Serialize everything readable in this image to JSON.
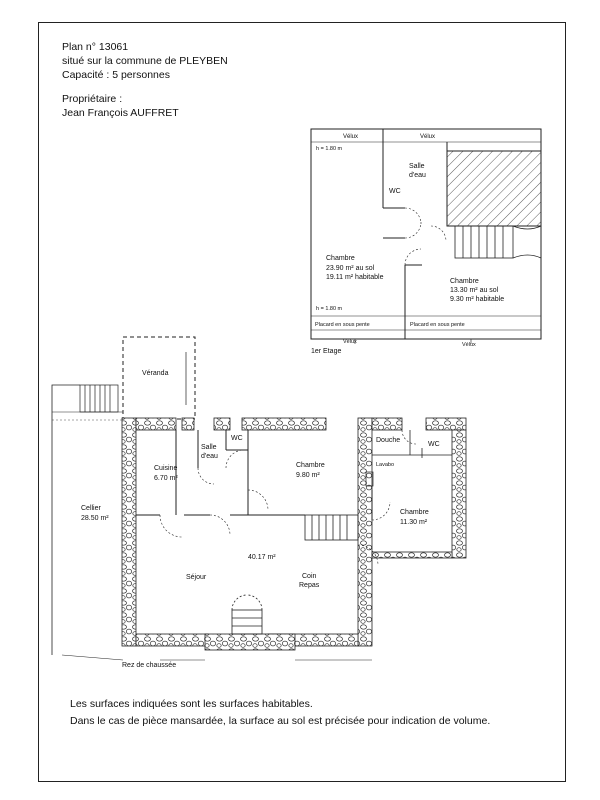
{
  "header": {
    "plan_number": "Plan n° 13061",
    "location": "situé sur la commune de PLEYBEN",
    "capacity": "Capacité : 5 personnes"
  },
  "owner": {
    "label": "Propriétaire :",
    "name": "Jean François AUFFRET"
  },
  "upper_floor": {
    "floor_label": "1er Etage",
    "velux_left": "Vélux",
    "velux_right": "Vélux",
    "height_top": "h = 1.80 m",
    "height_bottom": "h = 1.80 m",
    "bathroom_line1": "Salle",
    "bathroom_line2": "d'eau",
    "wc": "WC",
    "bedroom_left": {
      "name": "Chambre",
      "floor_area": "23.90 m² au sol",
      "habitable_area": "19.11 m² habitable"
    },
    "bedroom_right": {
      "name": "Chambre",
      "floor_area": "13.30 m² au sol",
      "habitable_area": "9.30 m² habitable"
    },
    "closet_left": "Placard en sous pente",
    "closet_right": "Placard en sous pente",
    "velux_bottom_left": "Vélux",
    "velux_bottom_right": "Vélux"
  },
  "ground_floor": {
    "floor_label": "Rez de chaussée",
    "veranda": "Véranda",
    "bathroom_line1": "Salle",
    "bathroom_line2": "d'eau",
    "wc_left": "WC",
    "shower": "Douche",
    "wc_right": "WC",
    "washbasin": "Lavabo",
    "kitchen": {
      "name": "Cuisine",
      "area": "6.70 m²"
    },
    "bedroom_center": {
      "name": "Chambre",
      "area": "9.80 m²"
    },
    "bedroom_right": {
      "name": "Chambre",
      "area": "11.30 m²"
    },
    "cellar": {
      "name": "Cellier",
      "area": "28.50 m²"
    },
    "living_area": "40.17 m²",
    "living": "Séjour",
    "dining_line1": "Coin",
    "dining_line2": "Repas"
  },
  "footer": {
    "line1": "Les surfaces indiquées sont les surfaces habitables.",
    "line2": "Dans le cas de pièce mansardée, la surface au sol est précisée pour indication de volume."
  }
}
